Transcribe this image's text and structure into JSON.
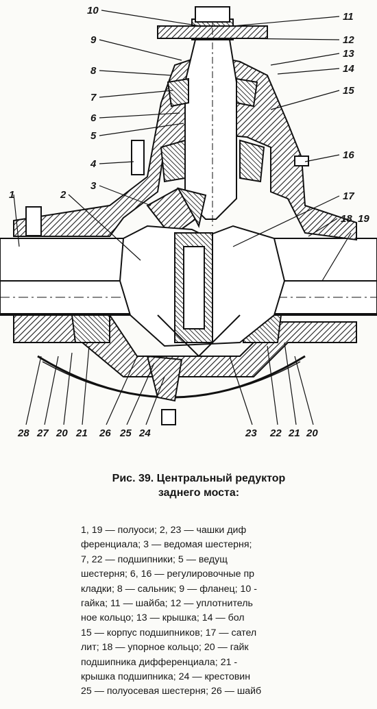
{
  "figure": {
    "labels_left": [
      "10",
      "9",
      "8",
      "7",
      "6",
      "5",
      "4",
      "3",
      "2",
      "1"
    ],
    "labels_right": [
      "11",
      "12",
      "13",
      "14",
      "15",
      "16",
      "17",
      "18",
      "19"
    ],
    "labels_bottom": [
      "28",
      "27",
      "20",
      "21",
      "26",
      "25",
      "24",
      "23",
      "22",
      "21",
      "20"
    ]
  },
  "caption": {
    "line1": "Рис. 39. Центральный редуктор",
    "line2": "заднего моста:"
  },
  "legend": [
    "1, 19 — полуоси; 2, 23 — чашки диф",
    "ференциала; 3 — ведомая шестерня;",
    "7, 22 — подшипники; 5 — ведущ",
    "шестерня; 6, 16 — регулировочные пр",
    "кладки; 8 — сальник; 9 — фланец; 10 -",
    "гайка; 11 — шайба; 12 — уплотнитель",
    "ное кольцо; 13 — крышка; 14 — бол",
    "15 — корпус подшипников; 17 — сател",
    "лит; 18 — упорное кольцо; 20 — гайк",
    "подшипника дифференциала; 21 -",
    "крышка подшипника; 24 — крестовин",
    "25 — полуосевая шестерня; 26 — шайб"
  ]
}
